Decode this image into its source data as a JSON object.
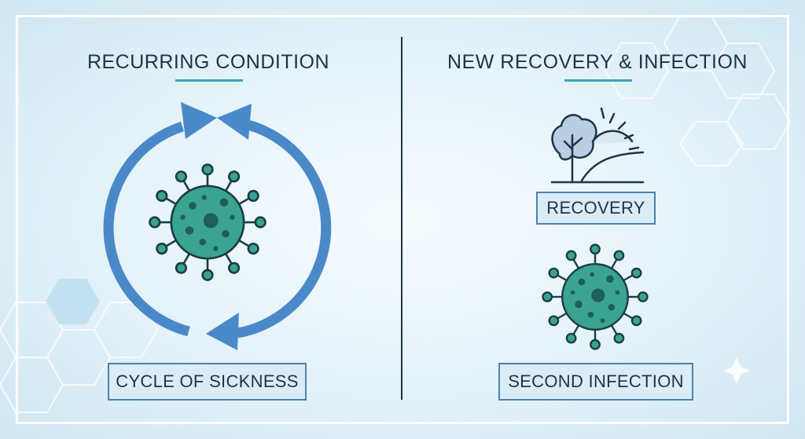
{
  "left_panel": {
    "title": "RECURRING CONDITION",
    "label": "CYCLE OF SICKNESS"
  },
  "right_panel": {
    "title": "NEW RECOVERY & INFECTION",
    "recovery_label": "RECOVERY",
    "infection_label": "SECOND INFECTION"
  },
  "colors": {
    "arrow": "#4a89c8",
    "virus_fill": "#3aa391",
    "virus_stroke": "#1b3d44",
    "title_text": "#1d3448",
    "accent_underline": "#39a7b5",
    "label_border": "#4b82b0"
  },
  "icons": [
    "cycle-arrows-icon",
    "virus-icon",
    "tree-sun-icon",
    "sparkle-icon"
  ]
}
